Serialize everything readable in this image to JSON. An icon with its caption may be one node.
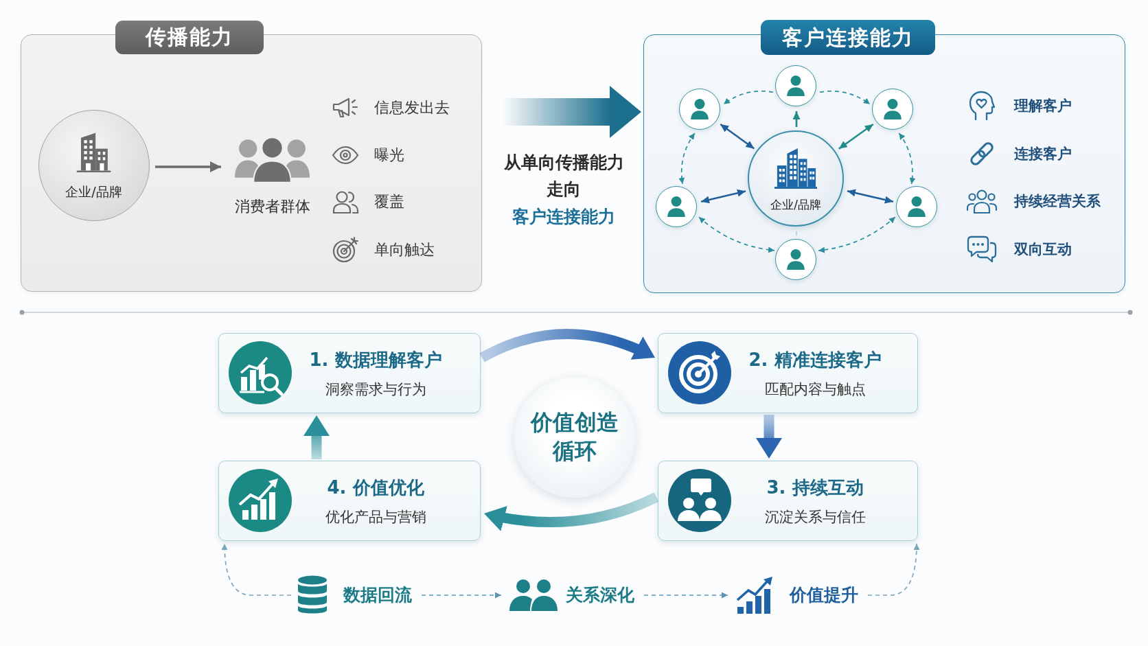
{
  "diagram": {
    "nodes": [
      {
        "text": [
          "传播能力"
        ]
      },
      {
        "text": [
          "企业/品牌"
        ],
        "in": 0
      },
      {
        "text": [
          "消费者群体"
        ],
        "in": 0
      },
      {
        "text": [
          "客户连接能力"
        ]
      },
      {
        "text": [],
        "shape": "person",
        "in": 3
      },
      {
        "text": [],
        "shape": "person",
        "in": 3
      },
      {
        "text": [],
        "shape": "person",
        "in": 3
      },
      {
        "text": [
          "企业/品牌"
        ],
        "in": 3
      },
      {
        "text": [],
        "shape": "person",
        "in": 3
      },
      {
        "text": [],
        "shape": "person",
        "in": 3
      },
      {
        "text": [],
        "shape": "person",
        "in": 3
      },
      {
        "text": [
          "1. 数据理解客户",
          "洞察需求与行为"
        ]
      },
      {
        "text": [
          "2. 精准连接客户",
          "匹配内容与触点"
        ]
      },
      {
        "text": [
          "价值创造循环"
        ]
      },
      {
        "text": [
          "4. 价值优化",
          "优化产品与营销"
        ]
      },
      {
        "text": [
          "3. 持续互动",
          "沉淀关系与信任"
        ]
      },
      {
        "text": [
          "数据回流"
        ]
      },
      {
        "text": [
          "关系深化"
        ]
      },
      {
        "text": [
          "价值提升"
        ]
      }
    ],
    "edges": [
      {
        "from": 0,
        "to": 3,
        "arrow": "to",
        "style": "thick",
        "color": "#1d6f8e"
      },
      {
        "from": 1,
        "to": 2,
        "arrow": "to",
        "color": "#6b6b6b"
      },
      {
        "from": 7,
        "to": 4,
        "arrow": "to",
        "color": "#238a8a"
      },
      {
        "from": 7,
        "to": 5,
        "arrow": "both",
        "color": "#22609c"
      },
      {
        "from": 7,
        "to": 6,
        "arrow": "both",
        "color": "#238a8a"
      },
      {
        "from": 7,
        "to": 8,
        "arrow": "both",
        "color": "#22609c"
      },
      {
        "from": 7,
        "to": 9,
        "arrow": "both",
        "color": "#22609c"
      },
      {
        "from": 7,
        "to": 10,
        "arrow": "none",
        "color": "#9bbfcb"
      },
      {
        "from": 4,
        "to": 5,
        "arrow": "to",
        "style": "dashed"
      },
      {
        "from": 4,
        "to": 6,
        "arrow": "to",
        "style": "dashed"
      },
      {
        "from": 5,
        "to": 8,
        "arrow": "both",
        "style": "dashed"
      },
      {
        "from": 6,
        "to": 9,
        "arrow": "both",
        "style": "dashed"
      },
      {
        "from": 8,
        "to": 10,
        "arrow": "both",
        "style": "dashed"
      },
      {
        "from": 9,
        "to": 10,
        "arrow": "both",
        "style": "dashed"
      },
      {
        "from": 11,
        "to": 12,
        "arrow": "to",
        "style": "thick",
        "color": "#2a66b0"
      },
      {
        "from": 12,
        "to": 15,
        "arrow": "to",
        "style": "thick",
        "color": "#2a66b0"
      },
      {
        "from": 15,
        "to": 14,
        "arrow": "to",
        "style": "thick"
      },
      {
        "from": 14,
        "to": 11,
        "arrow": "to",
        "style": "thick"
      },
      {
        "from": 16,
        "to": 14,
        "arrow": "to",
        "style": "dashed",
        "color": "#7ba5bf"
      },
      {
        "from": 16,
        "to": 17,
        "arrow": "to",
        "style": "dashed",
        "color": "#5d93b5"
      },
      {
        "from": 17,
        "to": 18,
        "arrow": "to",
        "style": "dashed",
        "color": "#5d93b5"
      },
      {
        "from": 18,
        "to": 15,
        "arrow": "to",
        "style": "dashed",
        "color": "#7ba5bf"
      }
    ],
    "labels": [
      "信息发出去",
      "曝光",
      "覆盖",
      "单向触达",
      "从单向传播能力",
      "走向",
      "客户连接能力",
      "理解客户",
      "连接客户",
      "持续经营关系",
      "双向互动"
    ]
  }
}
